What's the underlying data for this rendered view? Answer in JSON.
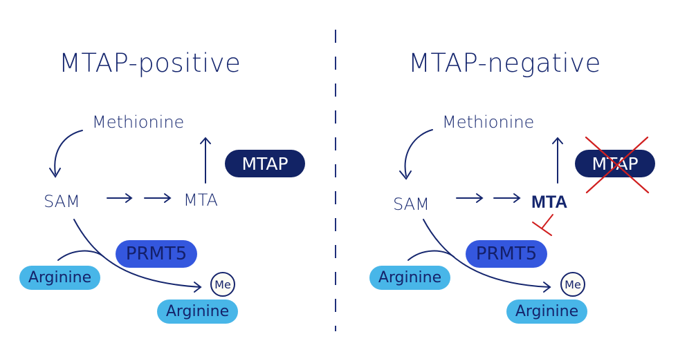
{
  "panels": [
    {
      "title": "MTAP-positive",
      "methionine": "Methionine",
      "sam": "SAM",
      "mta": "MTA",
      "mta_emphasized": false,
      "mtap_enzyme": "MTAP",
      "mtap_deleted": false,
      "prmt5": "PRMT5",
      "prmt5_inhibited": false,
      "substrate": "Arginine",
      "product": "Arginine",
      "methyl_tag": "Me"
    },
    {
      "title": "MTAP-negative",
      "methionine": "Methionine",
      "sam": "SAM",
      "mta": "MTA",
      "mta_emphasized": true,
      "mtap_enzyme": "MTAP",
      "mtap_deleted": true,
      "prmt5": "PRMT5",
      "prmt5_inhibited": true,
      "substrate": "Arginine",
      "product": "Arginine",
      "methyl_tag": "Me"
    }
  ],
  "colors": {
    "text": "#15266e",
    "mtap_pill": "#122365",
    "prmt5_pill": "#3457de",
    "arginine_pill": "#48b6e8",
    "deletion_cross": "#d01f1f",
    "inhibition": "#d01f1f",
    "divider": "#1f2f7a"
  }
}
